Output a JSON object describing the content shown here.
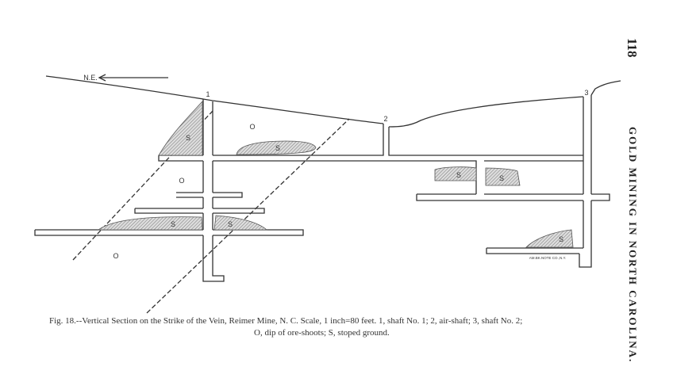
{
  "page_number": "118",
  "running_header": "GOLD MINING IN NORTH CAROLINA.",
  "figure": {
    "direction_label": "N.E.",
    "shaft_labels": [
      "1",
      "2",
      "3"
    ],
    "stope_label": "S",
    "ore_shoot_label": "O",
    "engraver_credit": "AM.BK.NOTE CO.,N.Y."
  },
  "caption": {
    "line1": "Fig. 18.--Vertical Section on the Strike of the Vein, Reimer Mine, N. C.   Scale, 1 inch=80 feet.   1, shaft No. 1;  2, air-shaft;  3, shaft No. 2;",
    "line2": "O, dip of ore-shoots;  S, stoped ground."
  }
}
